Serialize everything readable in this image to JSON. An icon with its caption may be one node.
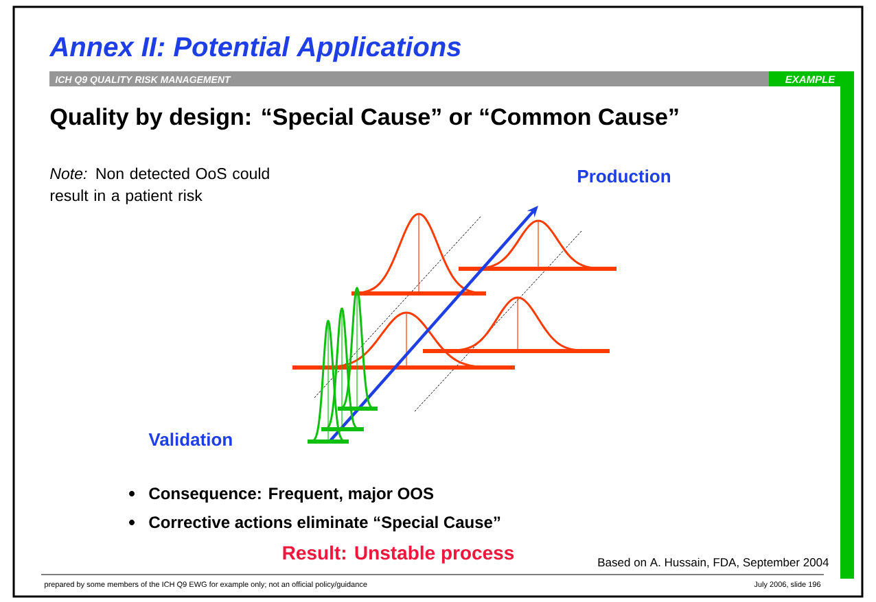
{
  "diagram": {
    "title": "Annex II: Potential Applications",
    "labels": [
      "ICH Q9 QUALITY RISK MANAGEMENT",
      "EXAMPLE",
      "Quality by design: “Special Cause” or “Common Cause”",
      "*Note:* Non detected OoS could result in a patient risk",
      "Production",
      "Validation",
      "Consequence: Frequent, major OOS",
      "Corrective actions eliminate “Special Cause”",
      "Result: Unstable process",
      "Based on A. Hussain, FDA, September 2004",
      "prepared by some members of the ICH Q9 EWG for example only; not an official policy/guidance",
      "July 2006, slide 196"
    ]
  }
}
